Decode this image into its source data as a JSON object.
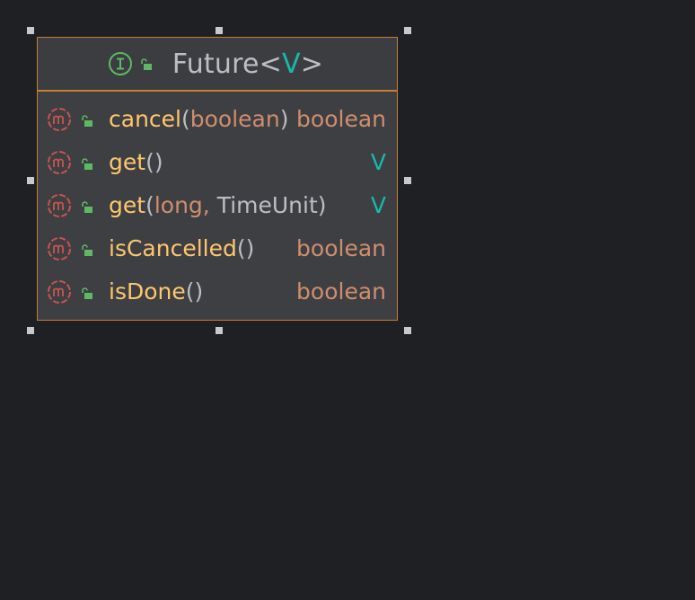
{
  "diagram": {
    "class_name": "Future",
    "type_param_open": "<",
    "type_param": "V",
    "type_param_close": ">",
    "kind_icon": "interface-icon",
    "visibility_icon": "public-lock-icon",
    "methods": [
      {
        "name": "cancel",
        "open": "(",
        "params": [
          {
            "type": "boolean",
            "kind": "keyword"
          }
        ],
        "close": ")",
        "return": "boolean",
        "return_kind": "keyword",
        "icon": "method-icon"
      },
      {
        "name": "get",
        "open": "(",
        "params": [],
        "close": ")",
        "return": "V",
        "return_kind": "type-param",
        "icon": "method-icon"
      },
      {
        "name": "get",
        "open": "(",
        "params": [
          {
            "type": "long",
            "kind": "keyword",
            "sep": ","
          },
          {
            "type": "TimeUnit",
            "kind": "class"
          }
        ],
        "close": ")",
        "return": "V",
        "return_kind": "type-param",
        "icon": "method-icon"
      },
      {
        "name": "isCancelled",
        "open": "(",
        "params": [],
        "close": ")",
        "return": "boolean",
        "return_kind": "keyword",
        "icon": "method-icon"
      },
      {
        "name": "isDone",
        "open": "(",
        "params": [],
        "close": ")",
        "return": "boolean",
        "return_kind": "keyword",
        "icon": "method-icon"
      }
    ]
  },
  "colors": {
    "background": "#1f2023",
    "node_fill": "#3d3f43",
    "node_border": "#c57e3a",
    "method_name": "#ffc66d",
    "keyword": "#cf8e6d",
    "type_param": "#16baac",
    "plain_text": "#bcbec4",
    "method_icon": "#c75450",
    "interface_icon": "#5fb865",
    "lock_icon": "#5fb865"
  }
}
